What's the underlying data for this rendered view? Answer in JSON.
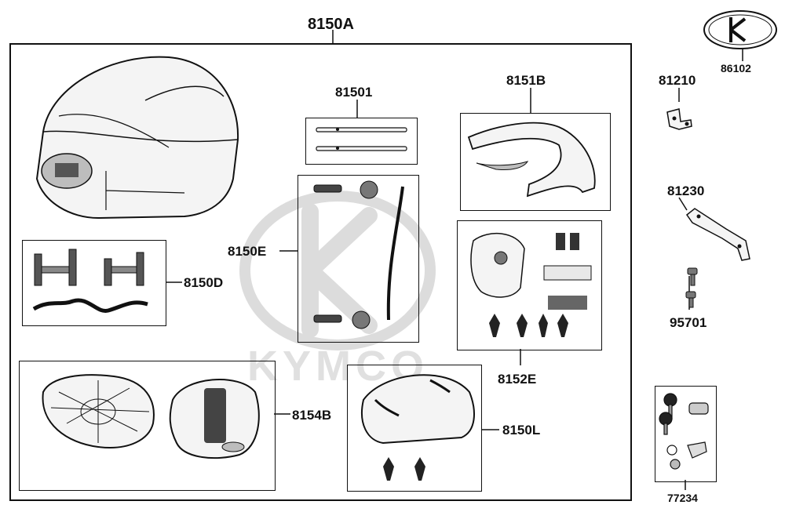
{
  "watermark": {
    "brand_text": "KYMCO",
    "logo_icon": "kymco-logo-watermark"
  },
  "assembly": {
    "main_number": "8150A",
    "groups": {
      "case": {
        "icon": "top-case-icon"
      },
      "mount_kit": {
        "number": "8150D",
        "icon": "mounting-kit-icon"
      },
      "base_plate": {
        "number": "8154B",
        "icon": "base-plate-icon"
      },
      "strips": {
        "number": "81501",
        "icon": "reflector-strip-icon"
      },
      "hinge_kit": {
        "number": "8150E",
        "icon": "hinge-rod-icon"
      },
      "back_rest": {
        "number": "8151B",
        "icon": "back-rest-pad-icon"
      },
      "lock_kit": {
        "number": "8152E",
        "icon": "lock-assembly-icon"
      },
      "lid": {
        "number": "8150L",
        "icon": "lid-cover-icon"
      }
    }
  },
  "side_parts": [
    {
      "number": "86102",
      "icon": "kymco-emblem-icon"
    },
    {
      "number": "81210",
      "icon": "small-bracket-icon"
    },
    {
      "number": "81230",
      "icon": "long-bracket-icon"
    },
    {
      "number": "95701",
      "icon": "bolt-icon"
    },
    {
      "number": "77234",
      "icon": "key-lock-set-icon"
    }
  ],
  "colors": {
    "line": "#111111",
    "watermark": "#d9d9d9",
    "part_fill": "#f4f4f4",
    "part_shade": "#bdbdbd"
  }
}
